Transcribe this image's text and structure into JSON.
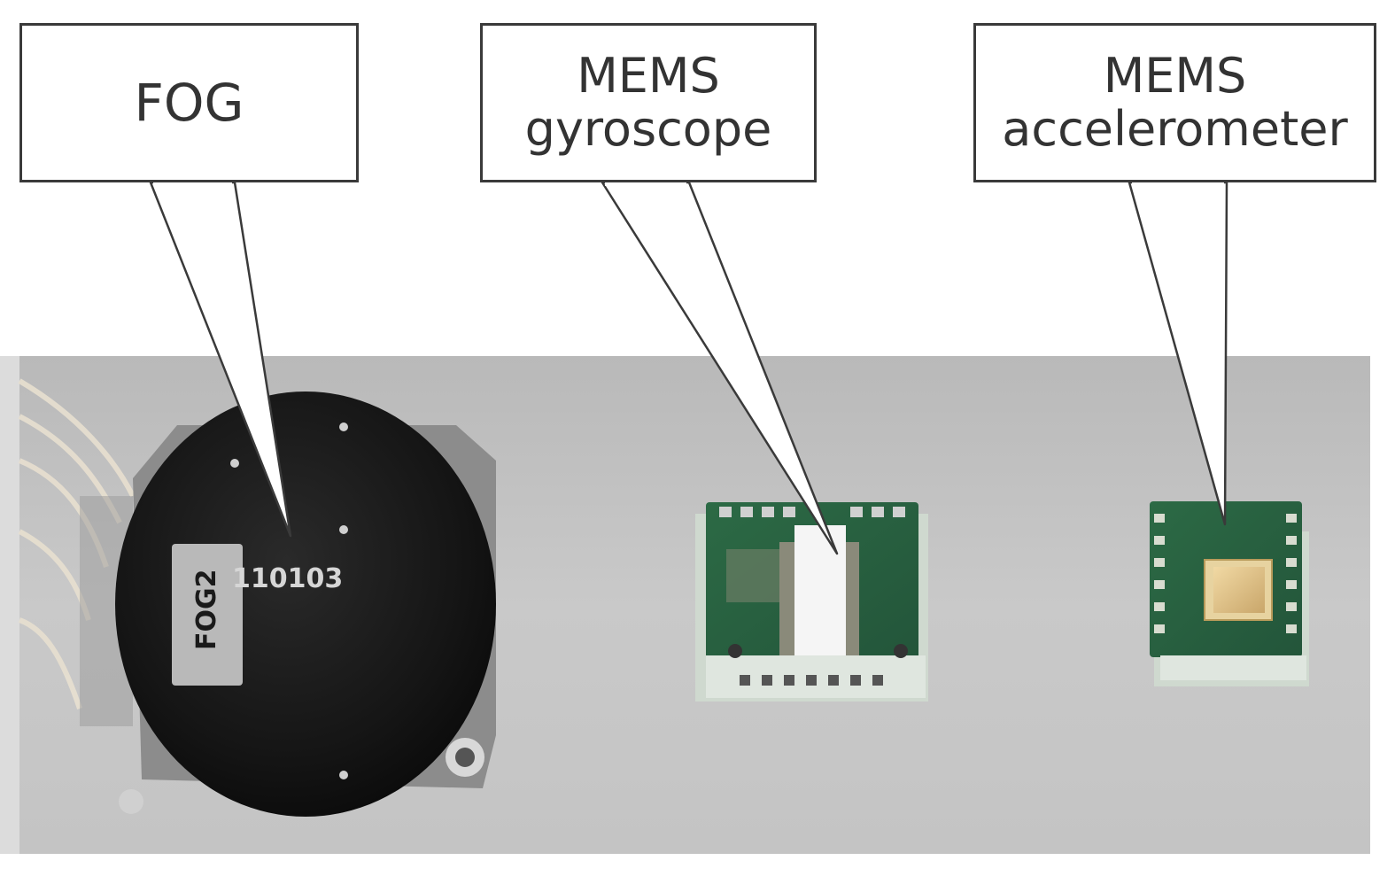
{
  "callouts": {
    "fog": {
      "lines": [
        "FOG"
      ]
    },
    "mems_gyroscope": {
      "lines": [
        "MEMS",
        "gyroscope"
      ]
    },
    "mems_accelerometer": {
      "lines": [
        "MEMS",
        "accelerometer"
      ]
    }
  },
  "device_markings": {
    "fog_label": "FOG2",
    "fog_serial": "110103"
  },
  "colors": {
    "background": "#ffffff",
    "table_surface": "#c8c8c8",
    "fog_body": "#161616",
    "pcb_green": "#2f6b45",
    "callout_border": "#3a3a3a",
    "callout_text": "#333333"
  }
}
